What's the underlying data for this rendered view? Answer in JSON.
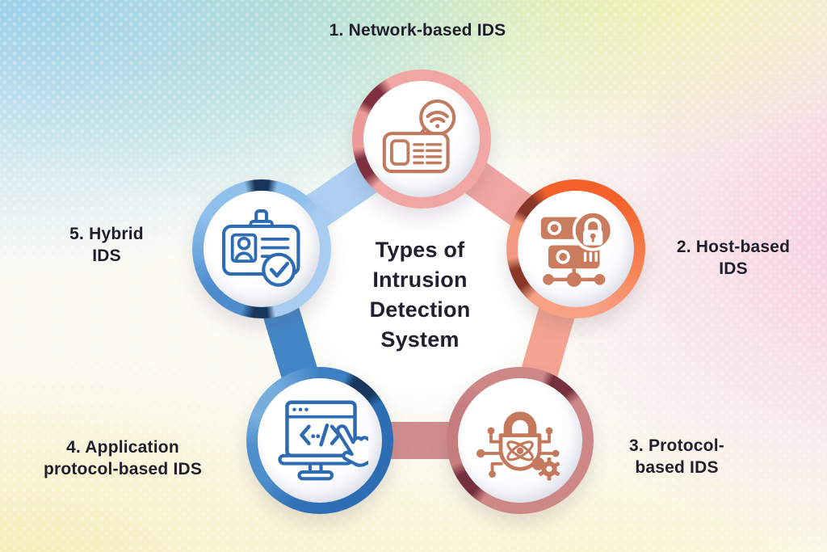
{
  "center": {
    "title": "Types of Intrusion Detection System",
    "title_lines": [
      "Types of",
      "Intrusion",
      "Detection",
      "System"
    ],
    "text_color": "#202030"
  },
  "nodes": [
    {
      "order": "1",
      "label": "1. Network-based IDS",
      "lines": [
        "1. Network-based IDS"
      ],
      "icon": "network-device-wifi-icon",
      "ring_color": "#f1a6a3",
      "accent_dark": "#7e3040",
      "icon_color": "#c07a5f"
    },
    {
      "order": "2",
      "label": "2. Host-based IDS",
      "lines": [
        "2. Host-based",
        "IDS"
      ],
      "icon": "server-lock-icon",
      "ring_color": "#f4612a",
      "accent_dark": "#8a372a",
      "icon_color": "#c97d5e"
    },
    {
      "order": "3",
      "label": "3. Protocol-based IDS",
      "lines": [
        "3. Protocol-",
        "based IDS"
      ],
      "icon": "padlock-atom-gear-icon",
      "ring_color": "#cd8787",
      "accent_dark": "#76303d",
      "icon_color": "#c4795c"
    },
    {
      "order": "4",
      "label": "4. Application protocol-based IDS",
      "lines": [
        "4. Application",
        "protocol-based IDS"
      ],
      "icon": "monitor-code-hand-icon",
      "ring_color": "#2d6db4",
      "accent_dark": "#17375e",
      "icon_color": "#2d6cb3"
    },
    {
      "order": "5",
      "label": "5. Hybrid IDS",
      "lines": [
        "5. Hybrid",
        "IDS"
      ],
      "icon": "id-card-check-icon",
      "ring_color": "#a9cdf1",
      "accent_dark": "#16365c",
      "icon_color": "#2d6cb3"
    }
  ],
  "connectors": {
    "hybrid_network": "#accff2",
    "network_host": "#f0a6a2",
    "host_protocol": "#f4a491",
    "protocol_application": "#d18d8d",
    "application_hybrid": "#4286c6"
  },
  "background_palette": [
    "#bfe0f2",
    "#d5edd6",
    "#f2f0a8",
    "#f6d8e2",
    "#f8eebc"
  ],
  "label_text_color": "#1f1f2b"
}
